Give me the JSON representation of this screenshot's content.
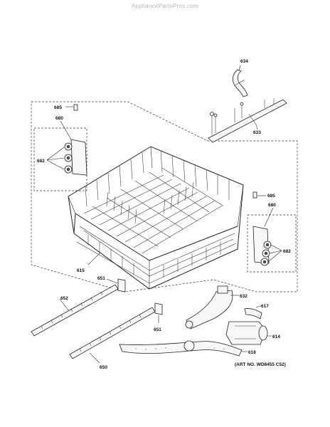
{
  "watermark": "AppliancePartsPros.com",
  "art_number": "(ART NO. WD8455 C52)",
  "callouts": {
    "c634": "634",
    "c633": "633",
    "c685a": "685",
    "c680a": "680",
    "c682a": "682",
    "c685b": "685",
    "c680b": "680",
    "c682b": "682",
    "c615": "615",
    "c651a": "651",
    "c652": "652",
    "c632": "632",
    "c617": "617",
    "c614": "614",
    "c651b": "651",
    "c618": "618",
    "c650": "650"
  }
}
